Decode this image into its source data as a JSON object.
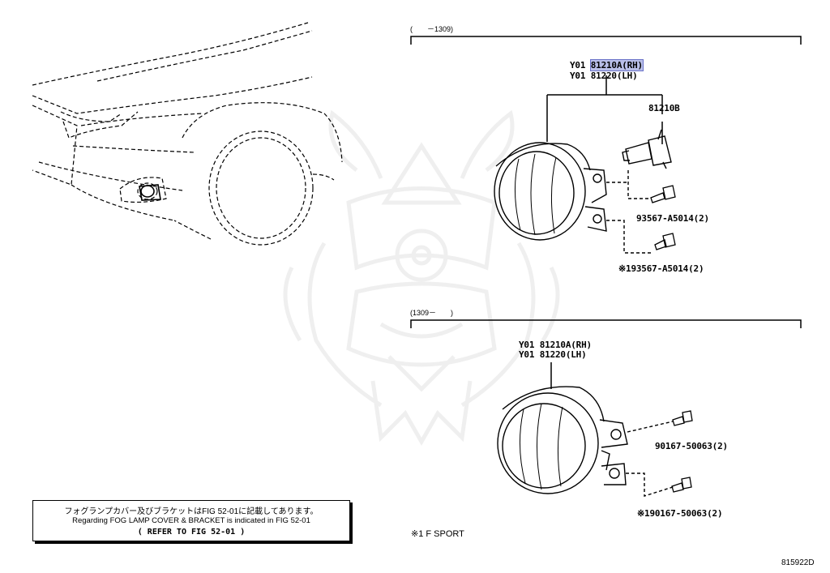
{
  "range_upper": "(　　－1309)",
  "range_lower": "(1309－　　)",
  "upper": {
    "rh_prefix": "Y01",
    "rh_part": "81210A(RH)",
    "lh_prefix": "Y01",
    "lh_part": "81220(LH)",
    "bulb": "81210B",
    "bolt1": "93567-A5014(2)",
    "bolt2_mark": "※1",
    "bolt2": "93567-A5014(2)"
  },
  "lower": {
    "rh_prefix": "Y01",
    "rh_part": "81210A(RH)",
    "lh_prefix": "Y01",
    "lh_part": "81220(LH)",
    "bolt1": "90167-50063(2)",
    "bolt2_mark": "※1",
    "bolt2": "90167-50063(2)"
  },
  "note": {
    "line1": "フォグランプカバー及びブラケットはFIG 52-01に記載してあります。",
    "line2": "Regarding FOG LAMP COVER & BRACKET is indicated in FIG 52-01",
    "line3": "(  REFER TO FIG 52-01  )"
  },
  "footnote": "※1 F SPORT",
  "figure_id": "815922D"
}
